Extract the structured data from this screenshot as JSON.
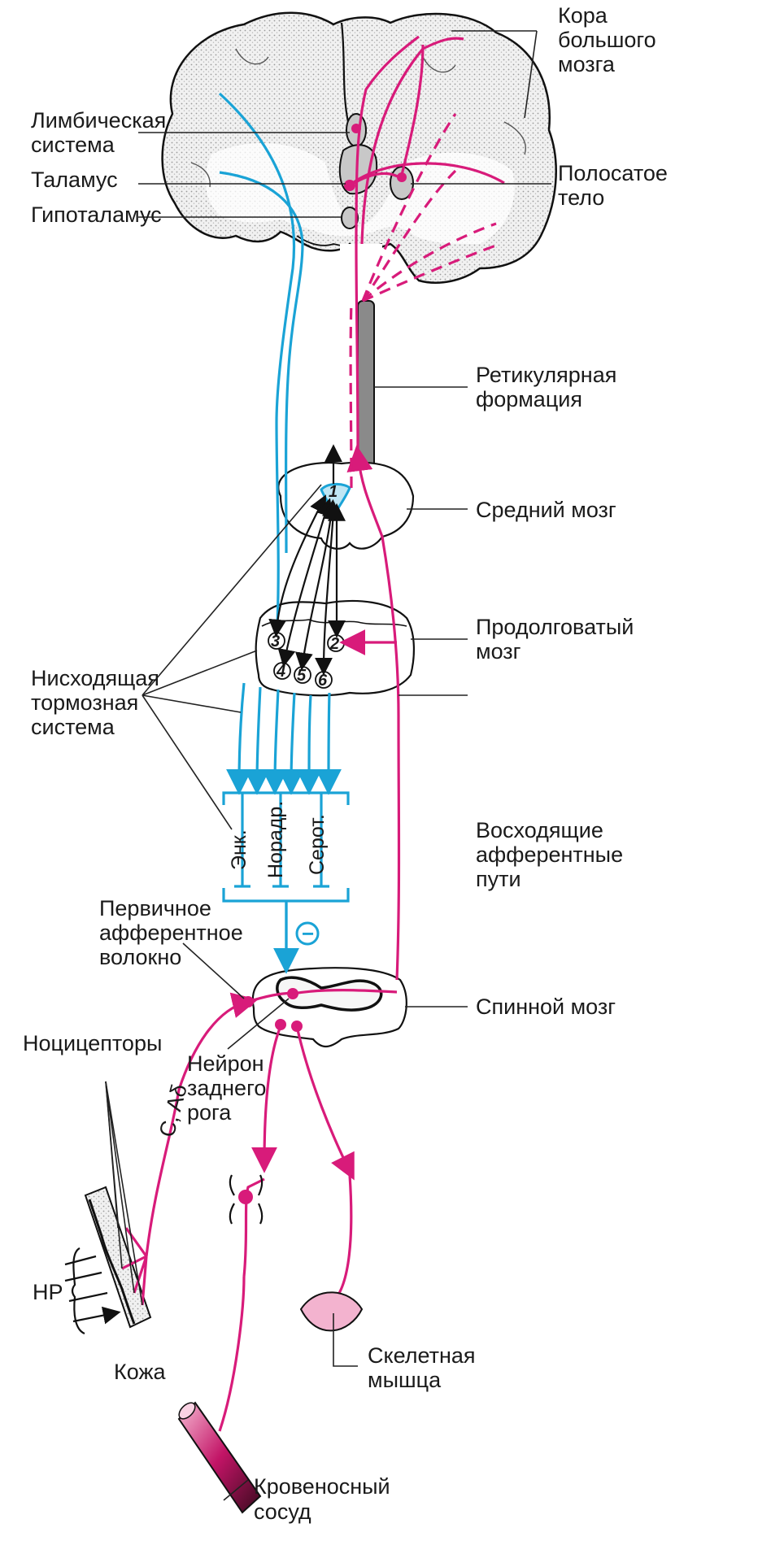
{
  "colors": {
    "blue": "#1aa3d6",
    "magenta": "#d81b7a",
    "tissue": "#e9e9e9",
    "grey_nucleus": "#c8c8c8",
    "reticular": "#8a8a8a"
  },
  "labels": {
    "cortex": [
      "Кора",
      "большого",
      "мозга"
    ],
    "limbic": [
      "Лимбическая",
      "система"
    ],
    "thalamus": "Таламус",
    "hypothalamus": "Гипоталамус",
    "striatum": [
      "Полосатое",
      "тело"
    ],
    "reticular": [
      "Ретикулярная",
      "формация"
    ],
    "midbrain": "Средний мозг",
    "medulla": [
      "Продолговатый",
      "мозг"
    ],
    "descending": [
      "Нисходящая",
      "тормозная",
      "система"
    ],
    "ascending": [
      "Восходящие",
      "афферентные",
      "пути"
    ],
    "primary_fiber": [
      "Первичное",
      "афферентное",
      "волокно"
    ],
    "spinal_cord": "Спинной мозг",
    "nociceptors": "Ноцицепторы",
    "dorsal_horn": [
      "Нейрон",
      "заднего",
      "рога"
    ],
    "fiber_types": "C, Aδ",
    "hr": "НР",
    "skin": "Кожа",
    "skeletal_muscle": [
      "Скелетная",
      "мышца"
    ],
    "blood_vessel": [
      "Кровеносный",
      "сосуд"
    ],
    "transmitters": [
      "Энк.",
      "Норадр.",
      "Серот."
    ],
    "inhibition_sign": "−",
    "nuclei": [
      "1",
      "2",
      "3",
      "4",
      "5",
      "6"
    ]
  }
}
